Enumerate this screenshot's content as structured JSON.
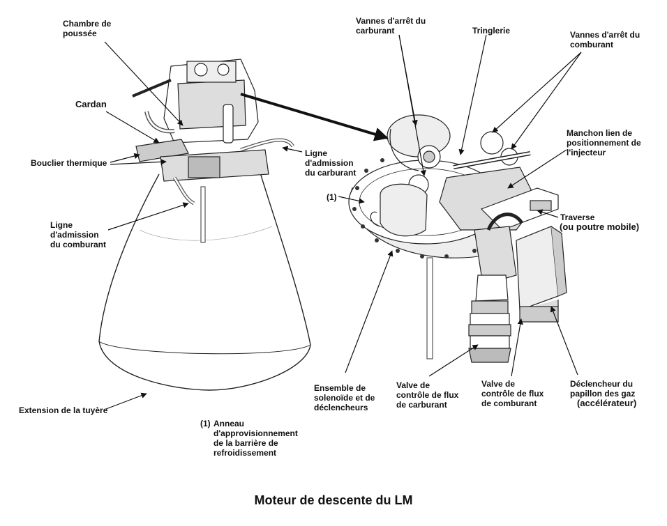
{
  "title": "Moteur de descente du LM",
  "labels": {
    "chambre": "Chambre de\npoussée",
    "cardan": "Cardan",
    "bouclier": "Bouclier thermique",
    "ligne_carburant": "Ligne\nd'admission\ndu carburant",
    "ligne_comburant": "Ligne\nd'admission\ndu comburant",
    "extension": "Extension de la tuyère",
    "anneau_num": "(1)",
    "anneau": "Anneau\nd'approvisionnement\nde la barrière de\nrefroidissement",
    "vannes_carburant": "Vannes d'arrêt du\ncarburant",
    "tringlerie": "Tringlerie",
    "vannes_comburant": "Vannes d'arrêt du\ncomburant",
    "manchon": "Manchon lien de\npositionnement de\nl'injecteur",
    "one": "(1)",
    "traverse": "Traverse",
    "poutre": "(ou poutre mobile)",
    "solenoide": "Ensemble de\nsolenoïde et de\ndéclencheurs",
    "valve_carburant": "Valve de\ncontrôle de flux\nde carburant",
    "valve_comburant": "Valve de\ncontrôle de flux\nde comburant",
    "declencheur": "Déclencheur du\npapillon des gaz",
    "accelerateur": "(accélérateur)"
  }
}
